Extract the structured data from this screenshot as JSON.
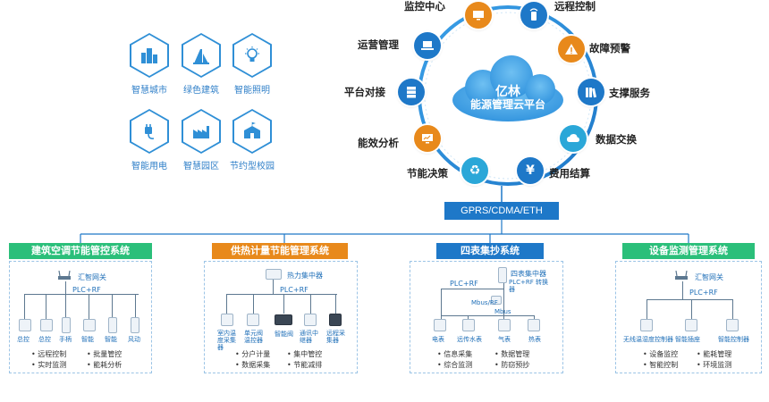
{
  "applications": [
    {
      "label": "智慧城市",
      "icon": "city-icon"
    },
    {
      "label": "绿色建筑",
      "icon": "green-building-icon"
    },
    {
      "label": "智能照明",
      "icon": "lightbulb-icon"
    },
    {
      "label": "智能用电",
      "icon": "plug-icon"
    },
    {
      "label": "智慧园区",
      "icon": "factory-icon"
    },
    {
      "label": "节约型校园",
      "icon": "school-icon"
    }
  ],
  "platform": {
    "brand": "亿林",
    "name": "能源管理云平台"
  },
  "ring_nodes": [
    {
      "label": "监控中心",
      "icon": "monitor-icon",
      "color": "#e8891b"
    },
    {
      "label": "远程控制",
      "icon": "remote-icon",
      "color": "#1e78c8"
    },
    {
      "label": "故障预警",
      "icon": "warning-icon",
      "color": "#e8891b"
    },
    {
      "label": "支撑服务",
      "icon": "books-icon",
      "color": "#1e78c8"
    },
    {
      "label": "数据交换",
      "icon": "cloud-sync-icon",
      "color": "#2aa7d8"
    },
    {
      "label": "费用结算",
      "icon": "yen-icon",
      "color": "#1e78c8"
    },
    {
      "label": "节能决策",
      "icon": "recycle-icon",
      "color": "#2aa7d8"
    },
    {
      "label": "能效分析",
      "icon": "chart-monitor-icon",
      "color": "#e8891b"
    },
    {
      "label": "平台对接",
      "icon": "server-icon",
      "color": "#1e78c8"
    },
    {
      "label": "运营管理",
      "icon": "laptop-icon",
      "color": "#1e78c8"
    }
  ],
  "protocol": "GPRS/CDMA/ETH",
  "systems": [
    {
      "title": "建筑空调节能管控系统",
      "color": "#2bbf7a",
      "gateway": "汇智网关",
      "bus": "PLC+RF",
      "devices": [
        "总控",
        "总控",
        "手柄",
        "智能",
        "智能",
        "风动"
      ],
      "features": [
        "远程控制",
        "批量管控",
        "实时监测",
        "能耗分析"
      ]
    },
    {
      "title": "供热计量节能管理系统",
      "color": "#e8891b",
      "gateway": "热力集中器",
      "bus": "PLC+RF",
      "devices": [
        "室内温度采集器",
        "单元阀温控器",
        "智能阀",
        "通讯中继器",
        "远程采集器"
      ],
      "features": [
        "分户计量",
        "集中管控",
        "数据采集",
        "节能减排"
      ]
    },
    {
      "title": "四表集抄系统",
      "color": "#1e78c8",
      "gateway": "四表集中器",
      "bus": "PLC+RF",
      "bus2": "PLC+RF 转换器",
      "bus3": "Mbus/RF",
      "bus4": "Mbus",
      "devices": [
        "电表",
        "远传水表",
        "气表",
        "热表"
      ],
      "features": [
        "信息采集",
        "数据管理",
        "综合监测",
        "防窃预抄"
      ]
    },
    {
      "title": "设备监测管理系统",
      "color": "#2bbf7a",
      "gateway": "汇智网关",
      "bus": "PLC+RF",
      "devices": [
        "无线温湿度控制器",
        "智能插座",
        "智能控制器"
      ],
      "features": [
        "设备监控",
        "能耗管理",
        "智能控制",
        "环境监测"
      ]
    }
  ]
}
